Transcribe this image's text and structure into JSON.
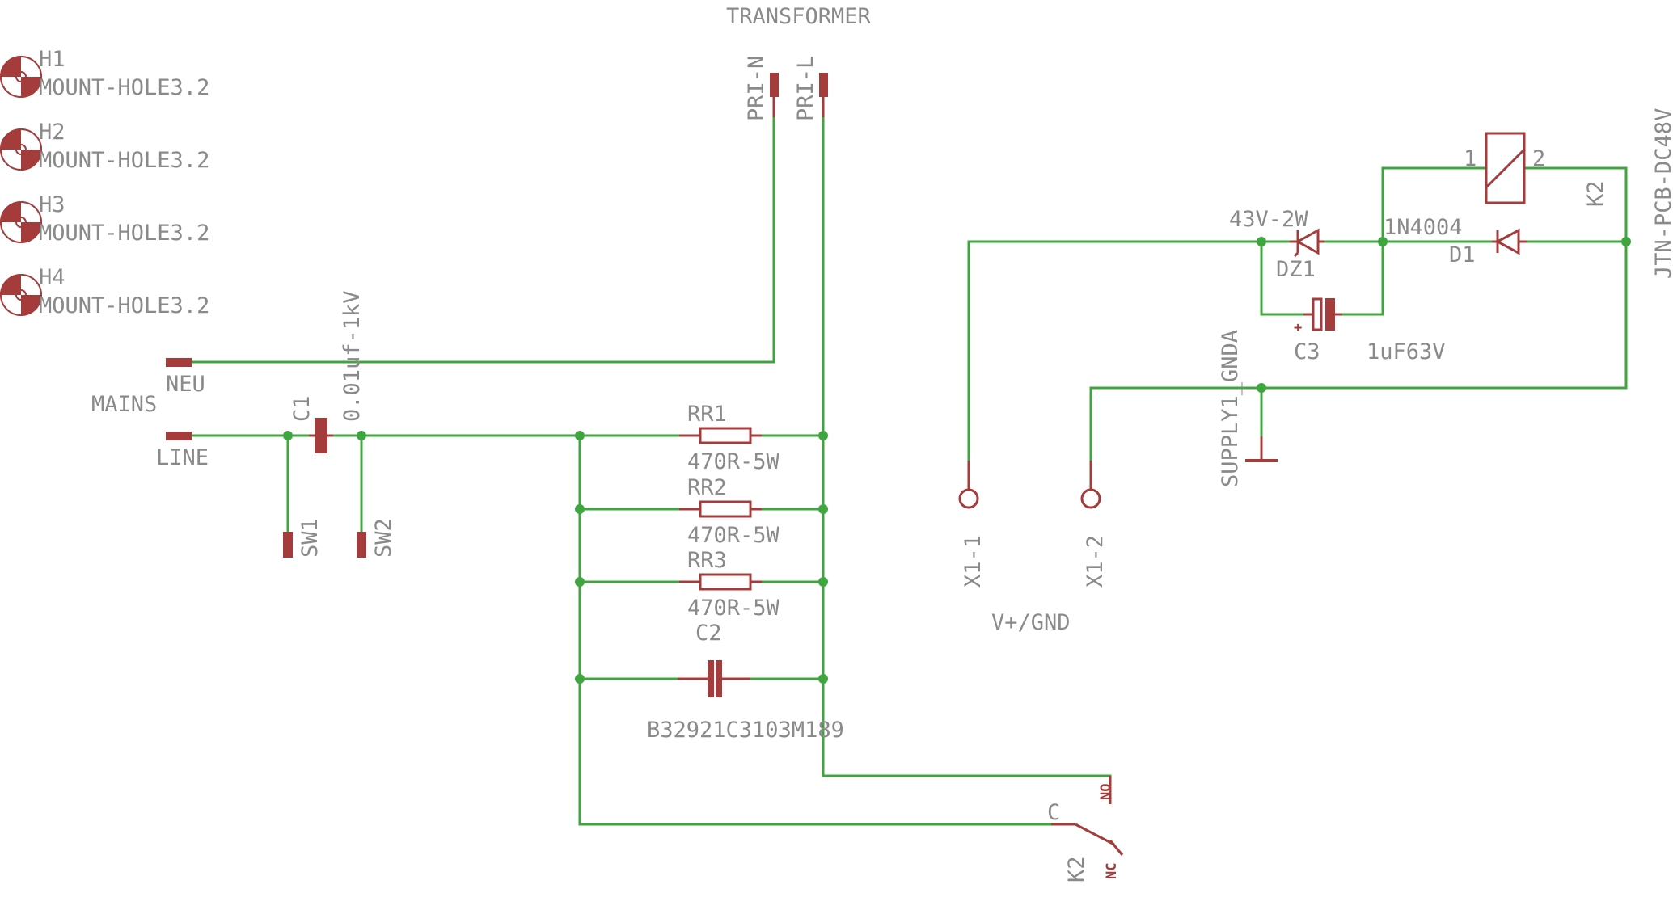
{
  "colors": {
    "wire": "#3fa53f",
    "part": "#a43c3c",
    "text": "#8a8a8a",
    "background": "#ffffff"
  },
  "mount_holes": [
    {
      "name": "H1",
      "value": "MOUNT-HOLE3.2"
    },
    {
      "name": "H2",
      "value": "MOUNT-HOLE3.2"
    },
    {
      "name": "H3",
      "value": "MOUNT-HOLE3.2"
    },
    {
      "name": "H4",
      "value": "MOUNT-HOLE3.2"
    }
  ],
  "transformer": {
    "label": "TRANSFORMER",
    "pin_n": "PRI-N",
    "pin_l": "PRI-L"
  },
  "mains": {
    "label": "MAINS",
    "neu": "NEU",
    "line": "LINE"
  },
  "c1": {
    "name": "C1",
    "value": "0.01uf-1kV"
  },
  "switch_pads": {
    "sw1": "SW1",
    "sw2": "SW2"
  },
  "resistors": [
    {
      "name": "RR1",
      "value": "470R-5W"
    },
    {
      "name": "RR2",
      "value": "470R-5W"
    },
    {
      "name": "RR3",
      "value": "470R-5W"
    }
  ],
  "c2": {
    "name": "C2",
    "value": "B32921C3103M189"
  },
  "relay_contact": {
    "name": "K2",
    "c": "C",
    "no": "NO",
    "nc": "NC"
  },
  "relay_coil": {
    "name": "K2",
    "value": "JTN-PCB-DC48V",
    "pin1": "1",
    "pin2": "2"
  },
  "dz1": {
    "name": "DZ1",
    "value": "43V-2W"
  },
  "d1": {
    "name": "D1",
    "value": "1N4004"
  },
  "c3": {
    "name": "C3",
    "value": "1uF63V",
    "polarity": "+"
  },
  "supply": {
    "name": "SUPPLY1_GNDA"
  },
  "connector": {
    "pin1": "X1-1",
    "pin2": "X1-2",
    "label": "V+/GND"
  }
}
